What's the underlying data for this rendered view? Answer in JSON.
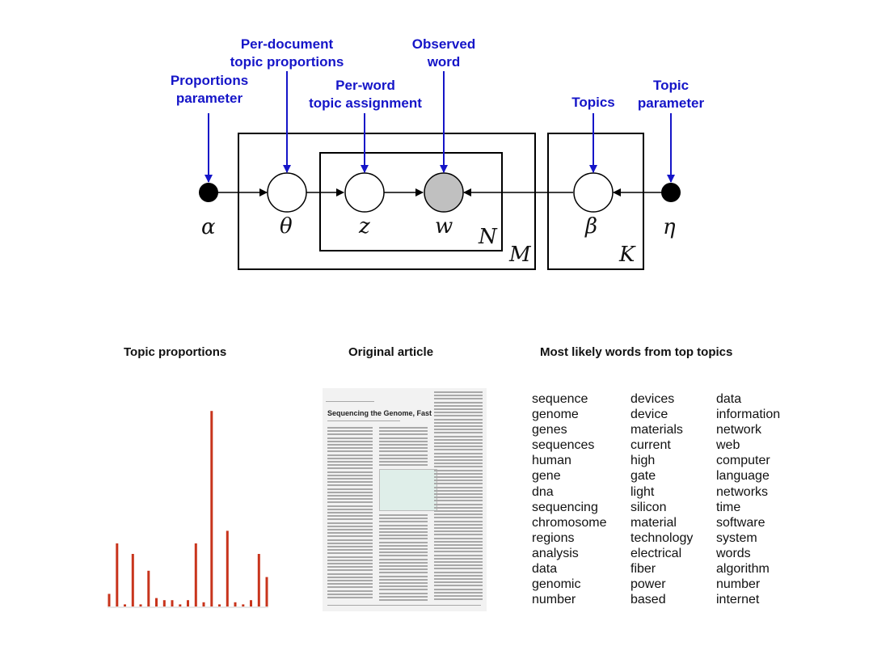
{
  "model": {
    "labels": {
      "proportions_parameter": [
        "Proportions",
        "parameter"
      ],
      "per_document_topic_proportions": [
        "Per-document",
        "topic proportions"
      ],
      "per_word_topic_assignment": [
        "Per-word",
        "topic assignment"
      ],
      "observed_word": [
        "Observed",
        "word"
      ],
      "topics": [
        "Topics"
      ],
      "topic_parameter": [
        "Topic",
        "parameter"
      ]
    },
    "symbols": {
      "alpha": "α",
      "theta": "θ",
      "z": "z",
      "w": "w",
      "beta": "β",
      "eta": "η",
      "N": "N",
      "M": "M",
      "K": "K"
    },
    "colors": {
      "annotation": "#1515c8",
      "observed_node": "#c0c0c0",
      "bars": "#c8341c"
    }
  },
  "sections": {
    "topic_proportions_title": "Topic proportions",
    "original_article_title": "Original article",
    "top_words_title": "Most likely words from top topics"
  },
  "article": {
    "title": "Sequencing the Genome, Fast"
  },
  "topic_words": [
    [
      "sequence",
      "genome",
      "genes",
      "sequences",
      "human",
      "gene",
      "dna",
      "sequencing",
      "chromosome",
      "regions",
      "analysis",
      "data",
      "genomic",
      "number"
    ],
    [
      "devices",
      "device",
      "materials",
      "current",
      "high",
      "gate",
      "light",
      "silicon",
      "material",
      "technology",
      "electrical",
      "fiber",
      "power",
      "based"
    ],
    [
      "data",
      "information",
      "network",
      "web",
      "computer",
      "language",
      "networks",
      "time",
      "software",
      "system",
      "words",
      "algorithm",
      "number",
      "internet"
    ]
  ],
  "chart_data": {
    "type": "bar",
    "values": [
      0.06,
      0.3,
      0.01,
      0.25,
      0.01,
      0.17,
      0.04,
      0.03,
      0.03,
      0.01,
      0.03,
      0.3,
      0.02,
      0.93,
      0.01,
      0.36,
      0.02,
      0.01,
      0.03,
      0.25,
      0.14
    ],
    "ylim": [
      0,
      1
    ],
    "xlabel": "",
    "ylabel": ""
  }
}
